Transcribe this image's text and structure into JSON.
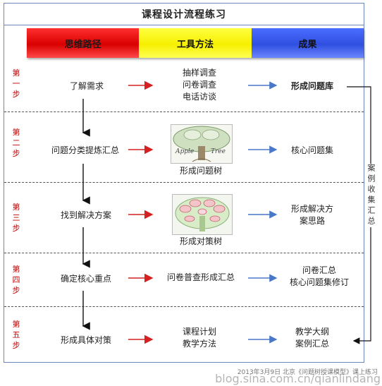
{
  "title": "课程设计流程练习",
  "headers": {
    "col1": "思维路径",
    "col2": "工具方法",
    "col3": "成果"
  },
  "side_label": "案例收集汇总",
  "steps": [
    {
      "label": [
        "第",
        "一",
        "步"
      ],
      "path": "了解需求",
      "tools": [
        "抽样调查",
        "问卷调查",
        "电话访谈"
      ],
      "result": [
        "形成问题库"
      ]
    },
    {
      "label": [
        "第",
        "二",
        "步"
      ],
      "path": "问题分类提炼汇总",
      "tools": [
        "形成问题树"
      ],
      "tool_image": "problem-tree-image",
      "result": [
        "核心问题集"
      ]
    },
    {
      "label": [
        "第",
        "三",
        "步"
      ],
      "path": "找到解决方案",
      "tools": [
        "形成对策树"
      ],
      "tool_image": "solution-tree-image",
      "result": [
        "形成解决方",
        "案思路"
      ]
    },
    {
      "label": [
        "第",
        "四",
        "步"
      ],
      "path": "确定核心重点",
      "tools": [
        "问卷普查形成汇总"
      ],
      "result": [
        "问卷汇总",
        "核心问题集修订"
      ]
    },
    {
      "label": [
        "第",
        "五",
        "步"
      ],
      "path": "形成具体对策",
      "tools": [
        "课程计划",
        "教学方法"
      ],
      "result": [
        "教学大纲",
        "案例汇总"
      ]
    }
  ],
  "tree_text": {
    "apple": "Apple",
    "tree": "Tree"
  },
  "watermark": {
    "small": "2013年3月9日 北京《问题树授课模型》课上练习",
    "url": "blog.sina.com.cn/qianlindang"
  },
  "colors": {
    "red_arrow": "#d42020",
    "blue_arrow": "#4a78c8",
    "step_label": "#c00000"
  }
}
